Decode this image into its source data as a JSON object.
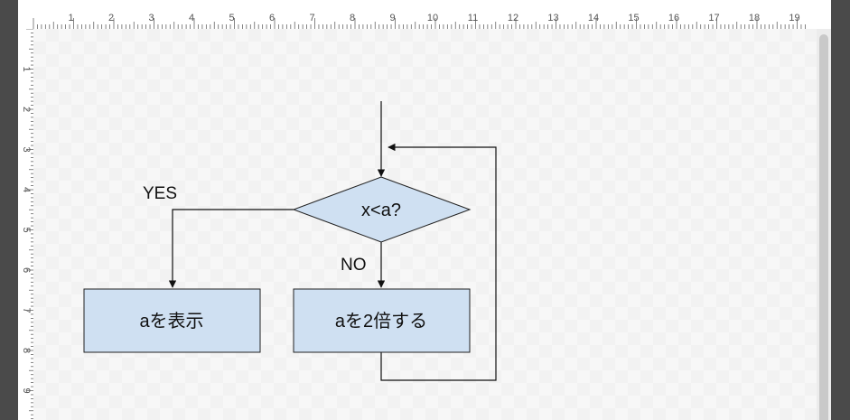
{
  "ruler": {
    "horizontal": [
      "1",
      "2",
      "3",
      "4",
      "5",
      "6",
      "7",
      "8",
      "9",
      "10",
      "11",
      "12",
      "13",
      "14",
      "15",
      "16",
      "17",
      "18",
      "19"
    ],
    "vertical": [
      "1",
      "2",
      "3",
      "4",
      "5",
      "6",
      "7",
      "8",
      "9"
    ]
  },
  "diagram": {
    "decision": {
      "label": "x<a?"
    },
    "box_show": {
      "label": "aを表示"
    },
    "box_double": {
      "label": "aを2倍する"
    },
    "yes_label": "YES",
    "no_label": "NO"
  },
  "colors": {
    "node_fill": "#cfe0f2",
    "node_stroke": "#222222",
    "edge": "#111111"
  }
}
